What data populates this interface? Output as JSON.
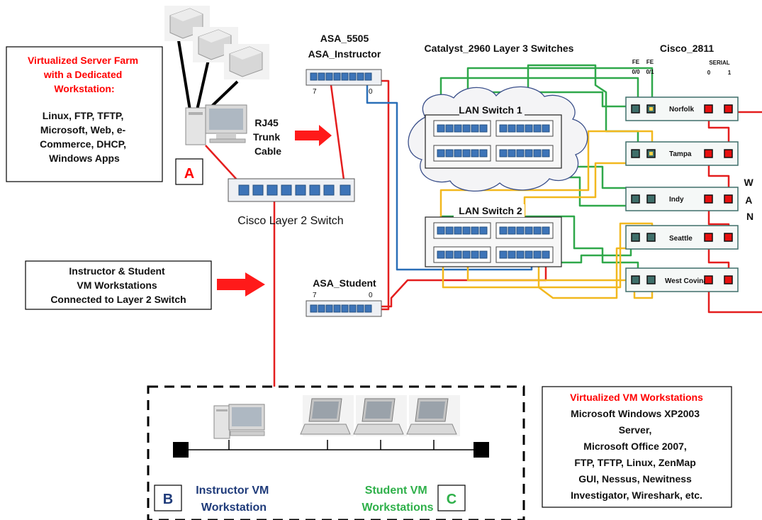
{
  "server_farm": {
    "heading": [
      "Virtualized Server Farm",
      "with a Dedicated",
      "Workstation:"
    ],
    "body": [
      "Linux, FTP, TFTP,",
      "Microsoft, Web, e-",
      "Commerce, DHCP,",
      "Windows Apps"
    ],
    "marker": "A"
  },
  "trunk": {
    "lines": [
      "RJ45",
      "Trunk",
      "Cable"
    ]
  },
  "layer2_switch": {
    "label": "Cisco Layer 2 Switch"
  },
  "asa_instructor": {
    "model": "ASA_5505",
    "name": "ASA_Instructor",
    "port_left": "7",
    "port_right": "0"
  },
  "asa_student": {
    "name": "ASA_Student",
    "port_left": "7",
    "port_right": "0"
  },
  "catalyst": {
    "title": "Catalyst_2960 Layer 3 Switches",
    "switch1": "LAN Switch 1",
    "switch2": "LAN Switch 2"
  },
  "router": {
    "title": "Cisco_2811",
    "fe_labels": [
      "FE",
      "FE"
    ],
    "fe_ports": [
      "0/0",
      "0/1"
    ],
    "serial_label": "SERIAL",
    "serial_ports": [
      "0",
      "1"
    ],
    "sites": [
      "Norfolk",
      "Tampa",
      "Indy",
      "Seattle",
      "West Covina"
    ]
  },
  "wan": [
    "W",
    "A",
    "N"
  ],
  "vm_box": {
    "lines": [
      "Instructor & Student",
      "VM Workstations",
      "Connected to Layer 2 Switch"
    ]
  },
  "lan": {
    "instructor_marker": "B",
    "instructor_label": [
      "Instructor VM",
      "Workstation"
    ],
    "student_label": [
      "Student VM",
      "Workstations"
    ],
    "student_marker": "C"
  },
  "vm_workstations": {
    "heading": "Virtualized VM Workstations",
    "body": [
      "Microsoft Windows XP2003",
      "Server,",
      "Microsoft Office 2007,",
      "FTP, TFTP, Linux, ZenMap",
      "GUI, Nessus, Newitness",
      "Investigator, Wireshark,  etc."
    ]
  },
  "colors": {
    "red_cable": "#e41e1e",
    "blue_cable": "#2a6fb8",
    "green_cable": "#2fa84a",
    "yellow_cable": "#f2b81e",
    "accent_red": "#ff0000",
    "navy": "#1f3b7a",
    "green_text": "#2fb04a"
  }
}
